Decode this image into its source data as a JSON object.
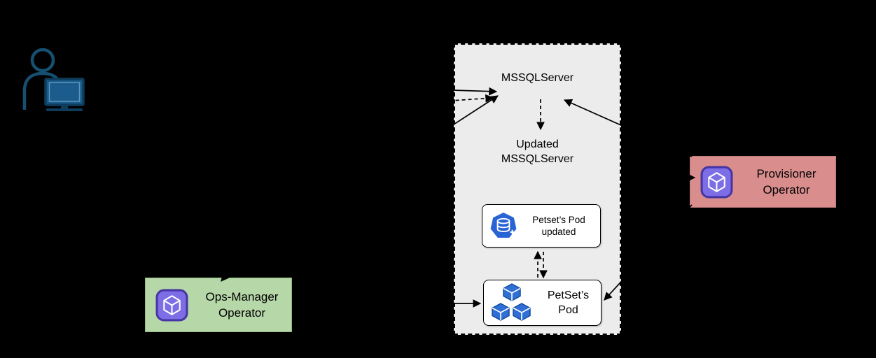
{
  "canvas": {
    "background": "#000000"
  },
  "user": {
    "icon": "user-at-computer-icon",
    "icon_color": "#174f70"
  },
  "cluster": {
    "fill": "#ececec",
    "border_style": "dashed",
    "nodes": {
      "mssqlserver": {
        "label": "MSSQLServer"
      },
      "updated_mssqlserver": {
        "line1": "Updated",
        "line2": "MSSQLServer"
      },
      "petset_pod_updated": {
        "line1": "Petset’s Pod",
        "line2": "updated",
        "icon": "statefulset-updated-icon",
        "icon_color": "#2a63d4"
      },
      "petset_pod": {
        "line1": "PetSet’s",
        "line2": "Pod",
        "icon": "pod-cube-icon",
        "icon_color": "#2f6fd6"
      }
    }
  },
  "operators": {
    "ops_manager": {
      "line1": "Ops-Manager",
      "line2": "Operator",
      "fill": "#b6d7a8",
      "icon": "operator-icon",
      "icon_color": "#7e6ee6"
    },
    "provisioner": {
      "line1": "Provisioner",
      "line2": "Operator",
      "fill": "#d98d8d",
      "icon": "operator-icon",
      "icon_color": "#7e6ee6"
    }
  },
  "arrows": {
    "color": "#000000",
    "styles": [
      "solid",
      "dashed"
    ]
  }
}
